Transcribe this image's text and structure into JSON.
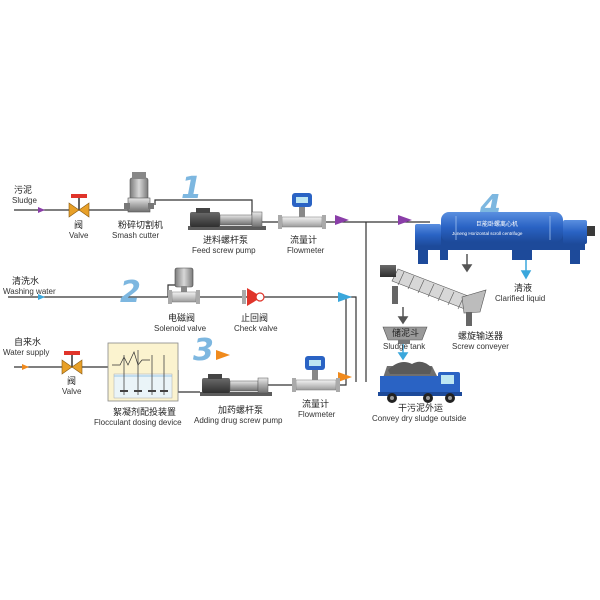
{
  "colors": {
    "pipe": "#333333",
    "arrow_purple": "#8a3ea8",
    "arrow_blue": "#3aa7dc",
    "arrow_orange": "#f08a1c",
    "machine_blue": "#2a63c4",
    "valve_orange": "#e8a028",
    "check_red": "#e0342a",
    "step_blue": "#7db7e0",
    "tank_yellow": "#fbf3cf"
  },
  "steps": [
    "1",
    "2",
    "3",
    "4"
  ],
  "labels": {
    "sludge_cn": "污泥",
    "sludge_en": "Sludge",
    "valve1_cn": "阀",
    "valve1_en": "Valve",
    "smash_cn": "粉碎切割机",
    "smash_en": "Smash cutter",
    "feed_pump_cn": "进料螺杆泵",
    "feed_pump_en": "Feed screw pump",
    "flowmeter1_cn": "流量计",
    "flowmeter1_en": "Flowmeter",
    "centrifuge_cn": "巨能卧螺离心机",
    "centrifuge_en": "Juneng Horizontal scroll centrifuge",
    "clarified_cn": "清液",
    "clarified_en": "Clarified liquid",
    "washing_cn": "清洗水",
    "washing_en": "Washing water",
    "solenoid_cn": "电磁阀",
    "solenoid_en": "Solenoid valve",
    "check_cn": "止回阀",
    "check_en": "Check valve",
    "sludge_tank_cn": "储泥斗",
    "sludge_tank_en": "Sludge tank",
    "screw_conv_cn": "螺旋输送器",
    "screw_conv_en": "Screw conveyer",
    "water_supply_cn": "自来水",
    "water_supply_en": "Water supply",
    "valve2_cn": "阀",
    "valve2_en": "Valve",
    "flocculant_cn": "絮凝剂配投装置",
    "flocculant_en": "Flocculant dosing device",
    "adding_pump_cn": "加药螺杆泵",
    "adding_pump_en": "Adding drug screw pump",
    "flowmeter2_cn": "流量计",
    "flowmeter2_en": "Flowmeter",
    "convey_cn": "干污泥外运",
    "convey_en": "Convey dry sludge outside"
  }
}
